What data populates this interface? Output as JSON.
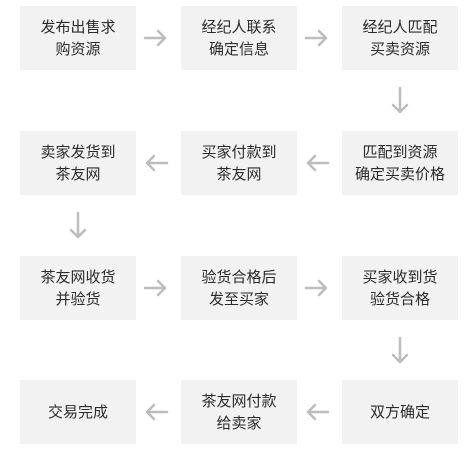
{
  "flow": {
    "steps": [
      [
        "发布出售求",
        "购资源"
      ],
      [
        "经纪人联系",
        "确定信息"
      ],
      [
        "经纪人匹配",
        "买卖资源"
      ],
      [
        "匹配到资源",
        "确定买卖价格"
      ],
      [
        "买家付款到",
        "茶友网"
      ],
      [
        "卖家发货到",
        "茶友网"
      ],
      [
        "茶友网收货",
        "并验货"
      ],
      [
        "验货合格后",
        "发至买家"
      ],
      [
        "买家收到货",
        "验货合格"
      ],
      [
        "双方确定",
        ""
      ],
      [
        "茶友网付款",
        "给卖家"
      ],
      [
        "交易完成",
        ""
      ]
    ]
  },
  "colors": {
    "box_bg": "#f2f2f2",
    "arrow": "#bdbdbd",
    "text": "#2b2b2b"
  }
}
